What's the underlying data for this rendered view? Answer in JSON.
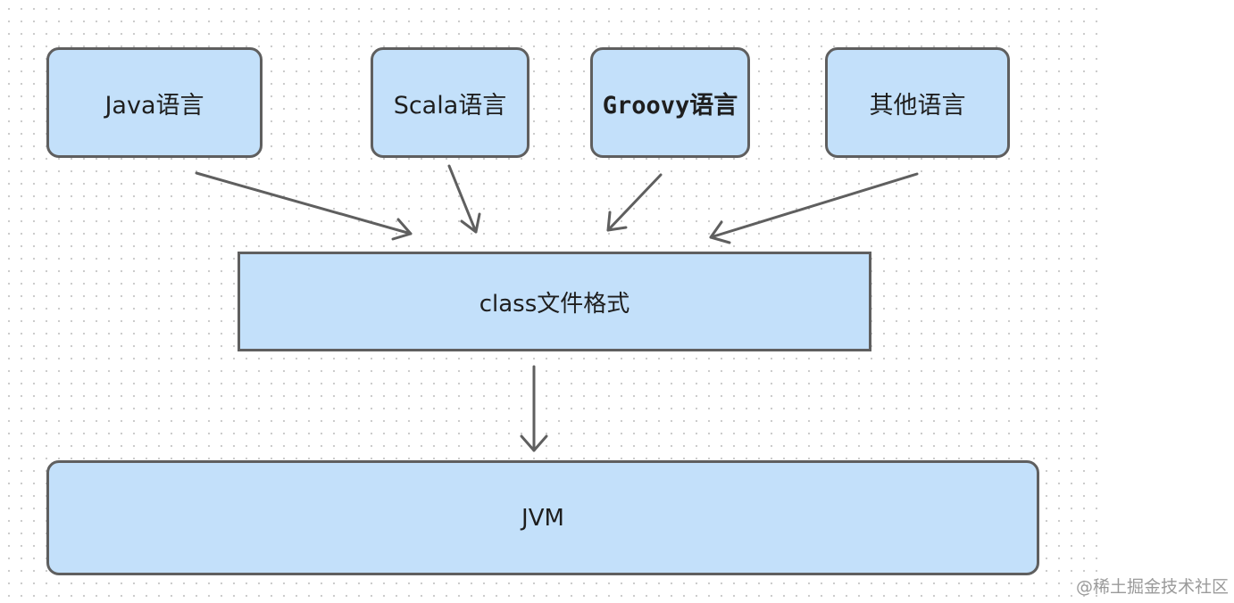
{
  "colors": {
    "box_fill": "#c3e0fa",
    "box_border": "#5f5f5f",
    "arrow": "#5f5f5f",
    "text": "#1e1e1e"
  },
  "languages": [
    {
      "label": "Java语言"
    },
    {
      "label": "Scala语言"
    },
    {
      "label": "Groovy语言"
    },
    {
      "label": "其他语言"
    }
  ],
  "class_format": {
    "label": "class文件格式"
  },
  "jvm": {
    "label": "JVM"
  },
  "watermark": "@稀土掘金技术社区"
}
